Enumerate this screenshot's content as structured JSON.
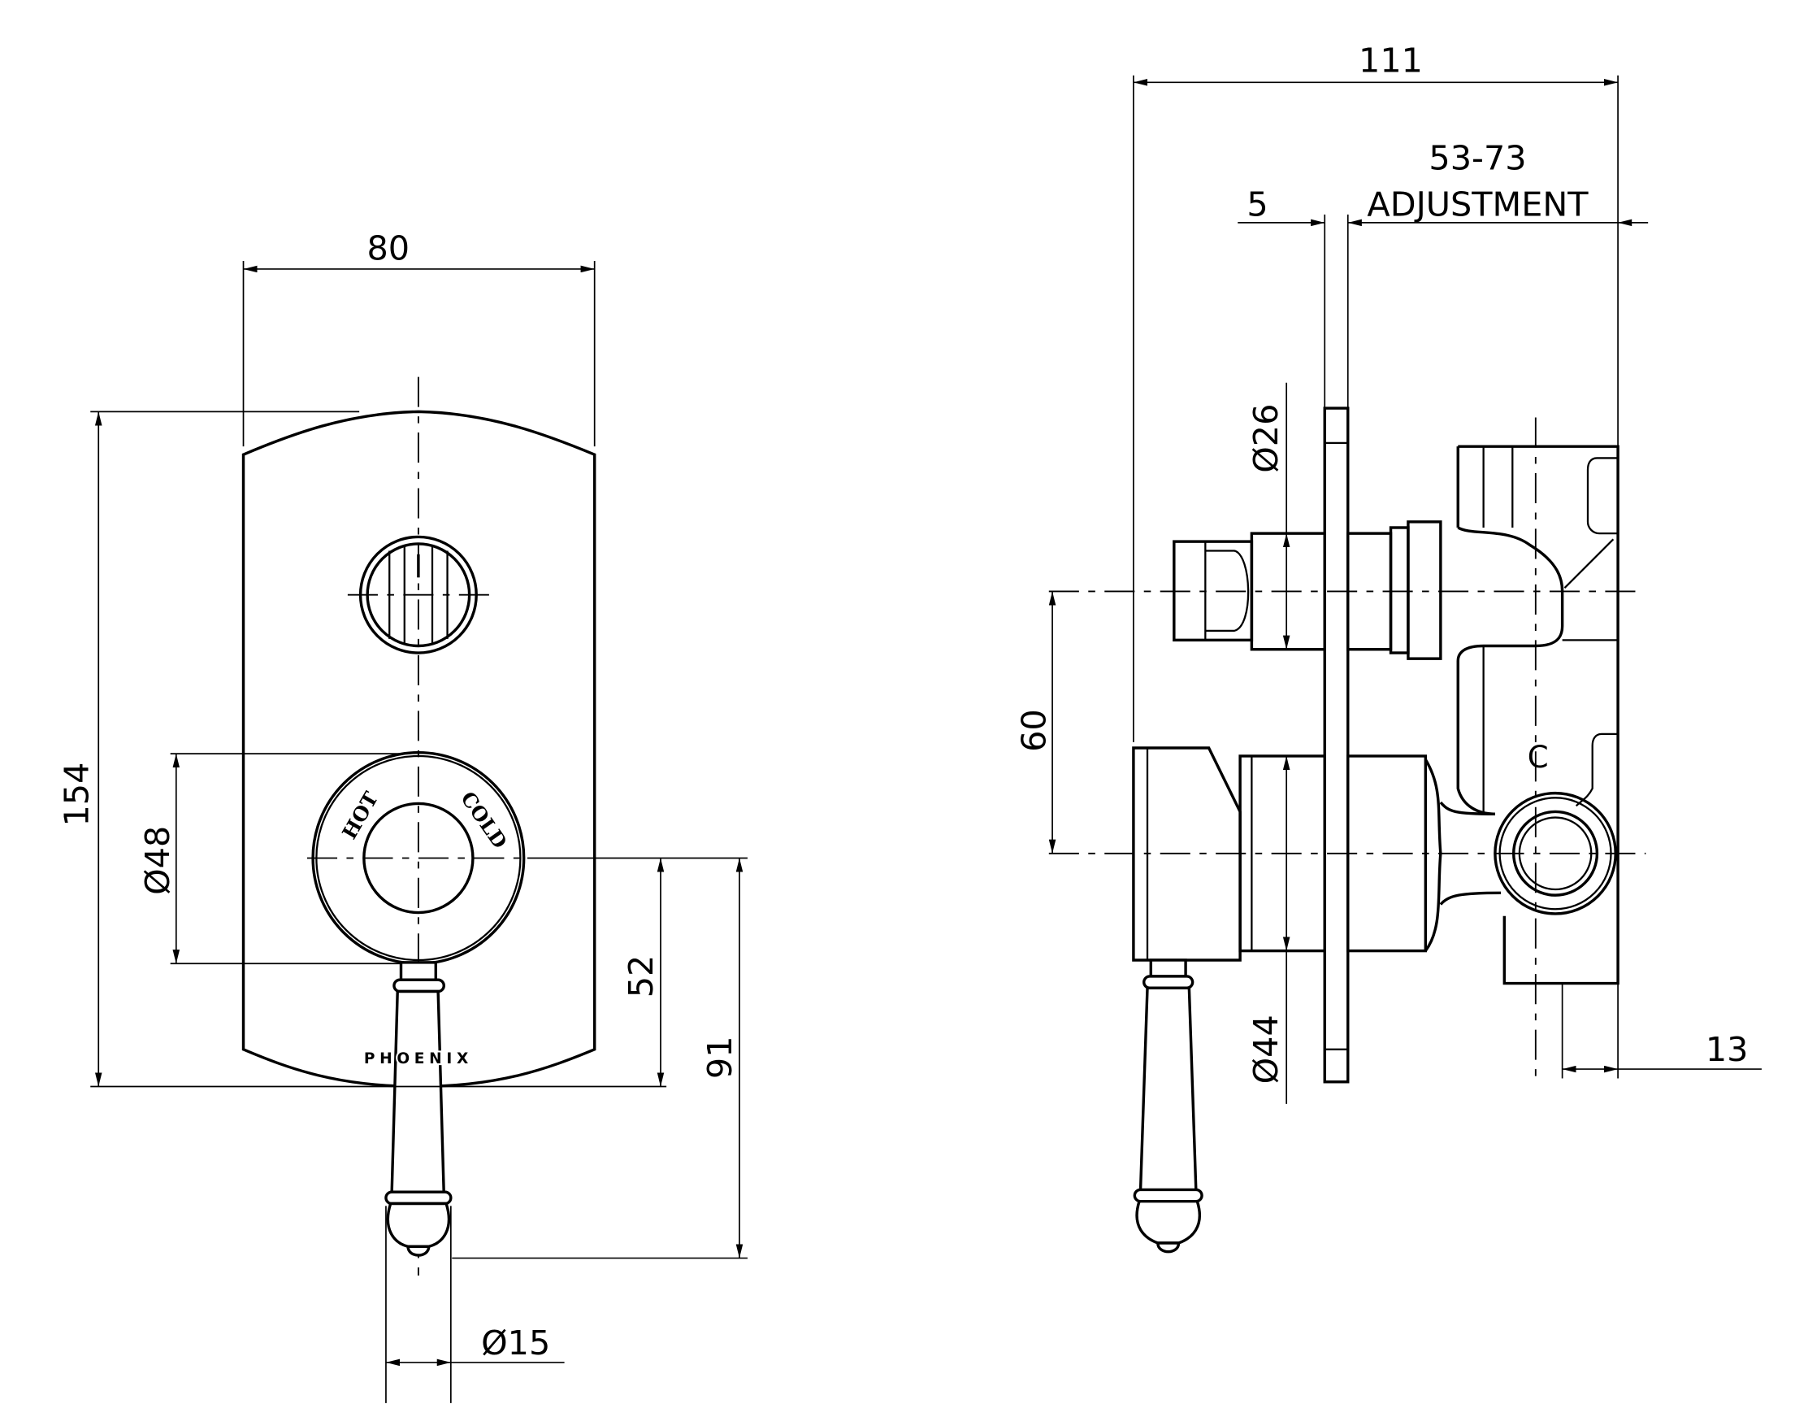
{
  "front_view": {
    "dimensions": {
      "width": "80",
      "height": "154",
      "dial_diameter": "Ø48",
      "dial_center_to_plate_bottom": "52",
      "dial_center_to_lever_tip": "91",
      "lever_tip_diameter": "Ø15"
    },
    "dial_labels": {
      "hot": "HOT",
      "cold": "COLD"
    },
    "logo": "PHOENIX"
  },
  "side_view": {
    "dimensions": {
      "overall_depth": "111",
      "adjustment_range": "53-73",
      "adjustment_label": "ADJUSTMENT",
      "plate_thickness": "5",
      "diverter_diameter": "Ø26",
      "center_spacing": "60",
      "mixer_diameter": "Ø44",
      "rear_offset": "13"
    },
    "port_label": "C"
  }
}
